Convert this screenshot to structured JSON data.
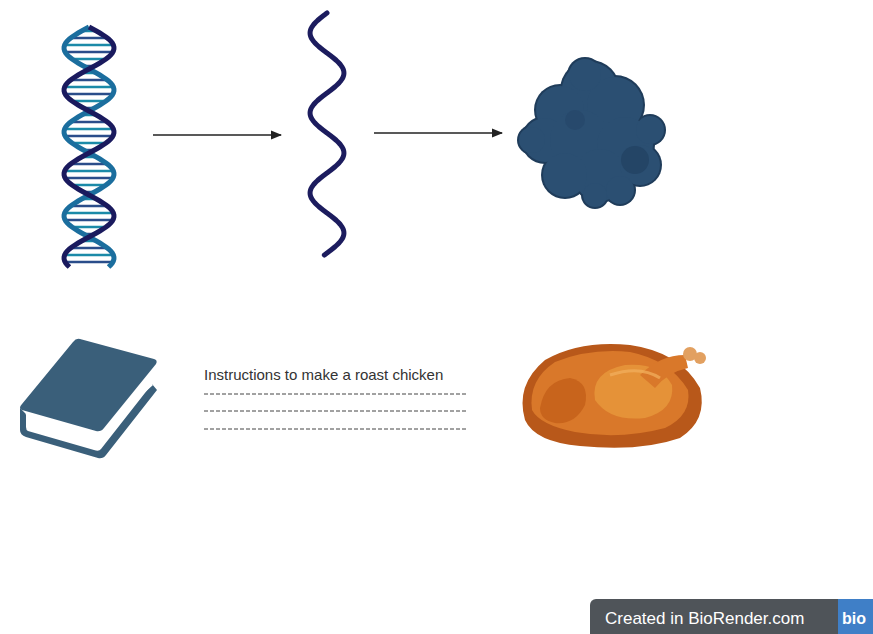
{
  "diagram": {
    "labels": [
      "Instructions to make a roast chicken",
      "Created in BioRender.com",
      "bio"
    ]
  }
}
